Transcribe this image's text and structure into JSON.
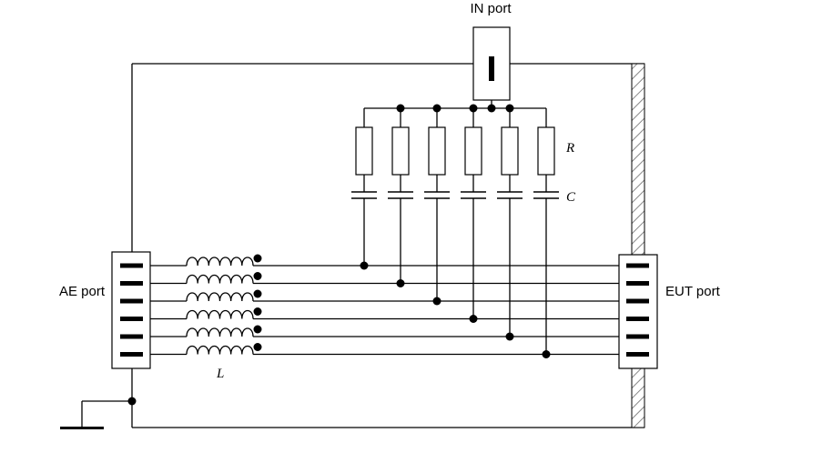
{
  "labels": {
    "in_port": "IN port",
    "ae_port": "AE port",
    "eut_port": "EUT port",
    "resistor": "R",
    "capacitor": "C",
    "inductor": "L"
  },
  "lines": 6,
  "colors": {
    "stroke": "#000000",
    "hatch": "#888888",
    "background": "#ffffff"
  }
}
